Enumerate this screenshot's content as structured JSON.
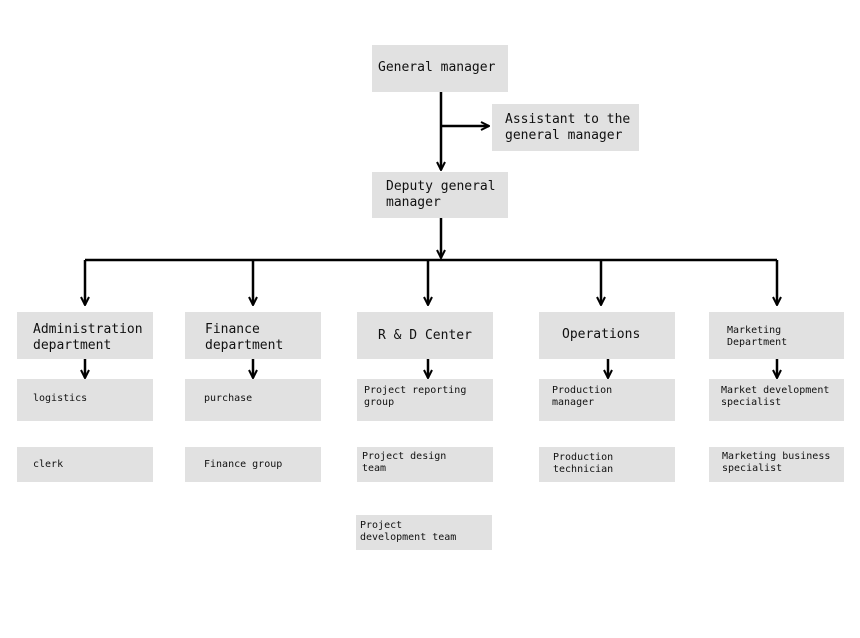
{
  "chart": {
    "general_manager": "General manager",
    "assistant": "Assistant to the\ngeneral manager",
    "deputy": "Deputy general\nmanager",
    "departments": [
      {
        "key": "admin",
        "title": "Administration\ndepartment",
        "units": [
          "logistics",
          "clerk"
        ]
      },
      {
        "key": "finance",
        "title": "Finance\ndepartment",
        "units": [
          "purchase",
          "Finance group"
        ]
      },
      {
        "key": "rd",
        "title": "R & D Center",
        "units": [
          "Project reporting\ngroup",
          "Project design\nteam",
          "Project\ndevelopment team"
        ]
      },
      {
        "key": "operations",
        "title": "Operations",
        "units": [
          "Production\nmanager",
          "Production\ntechnician"
        ]
      },
      {
        "key": "marketing",
        "title": "Marketing\nDepartment",
        "units": [
          "Market development\nspecialist",
          "Marketing business\nspecialist"
        ]
      }
    ]
  },
  "colors": {
    "box": "#e1e1e1",
    "line": "#000000",
    "text": "#111111"
  }
}
